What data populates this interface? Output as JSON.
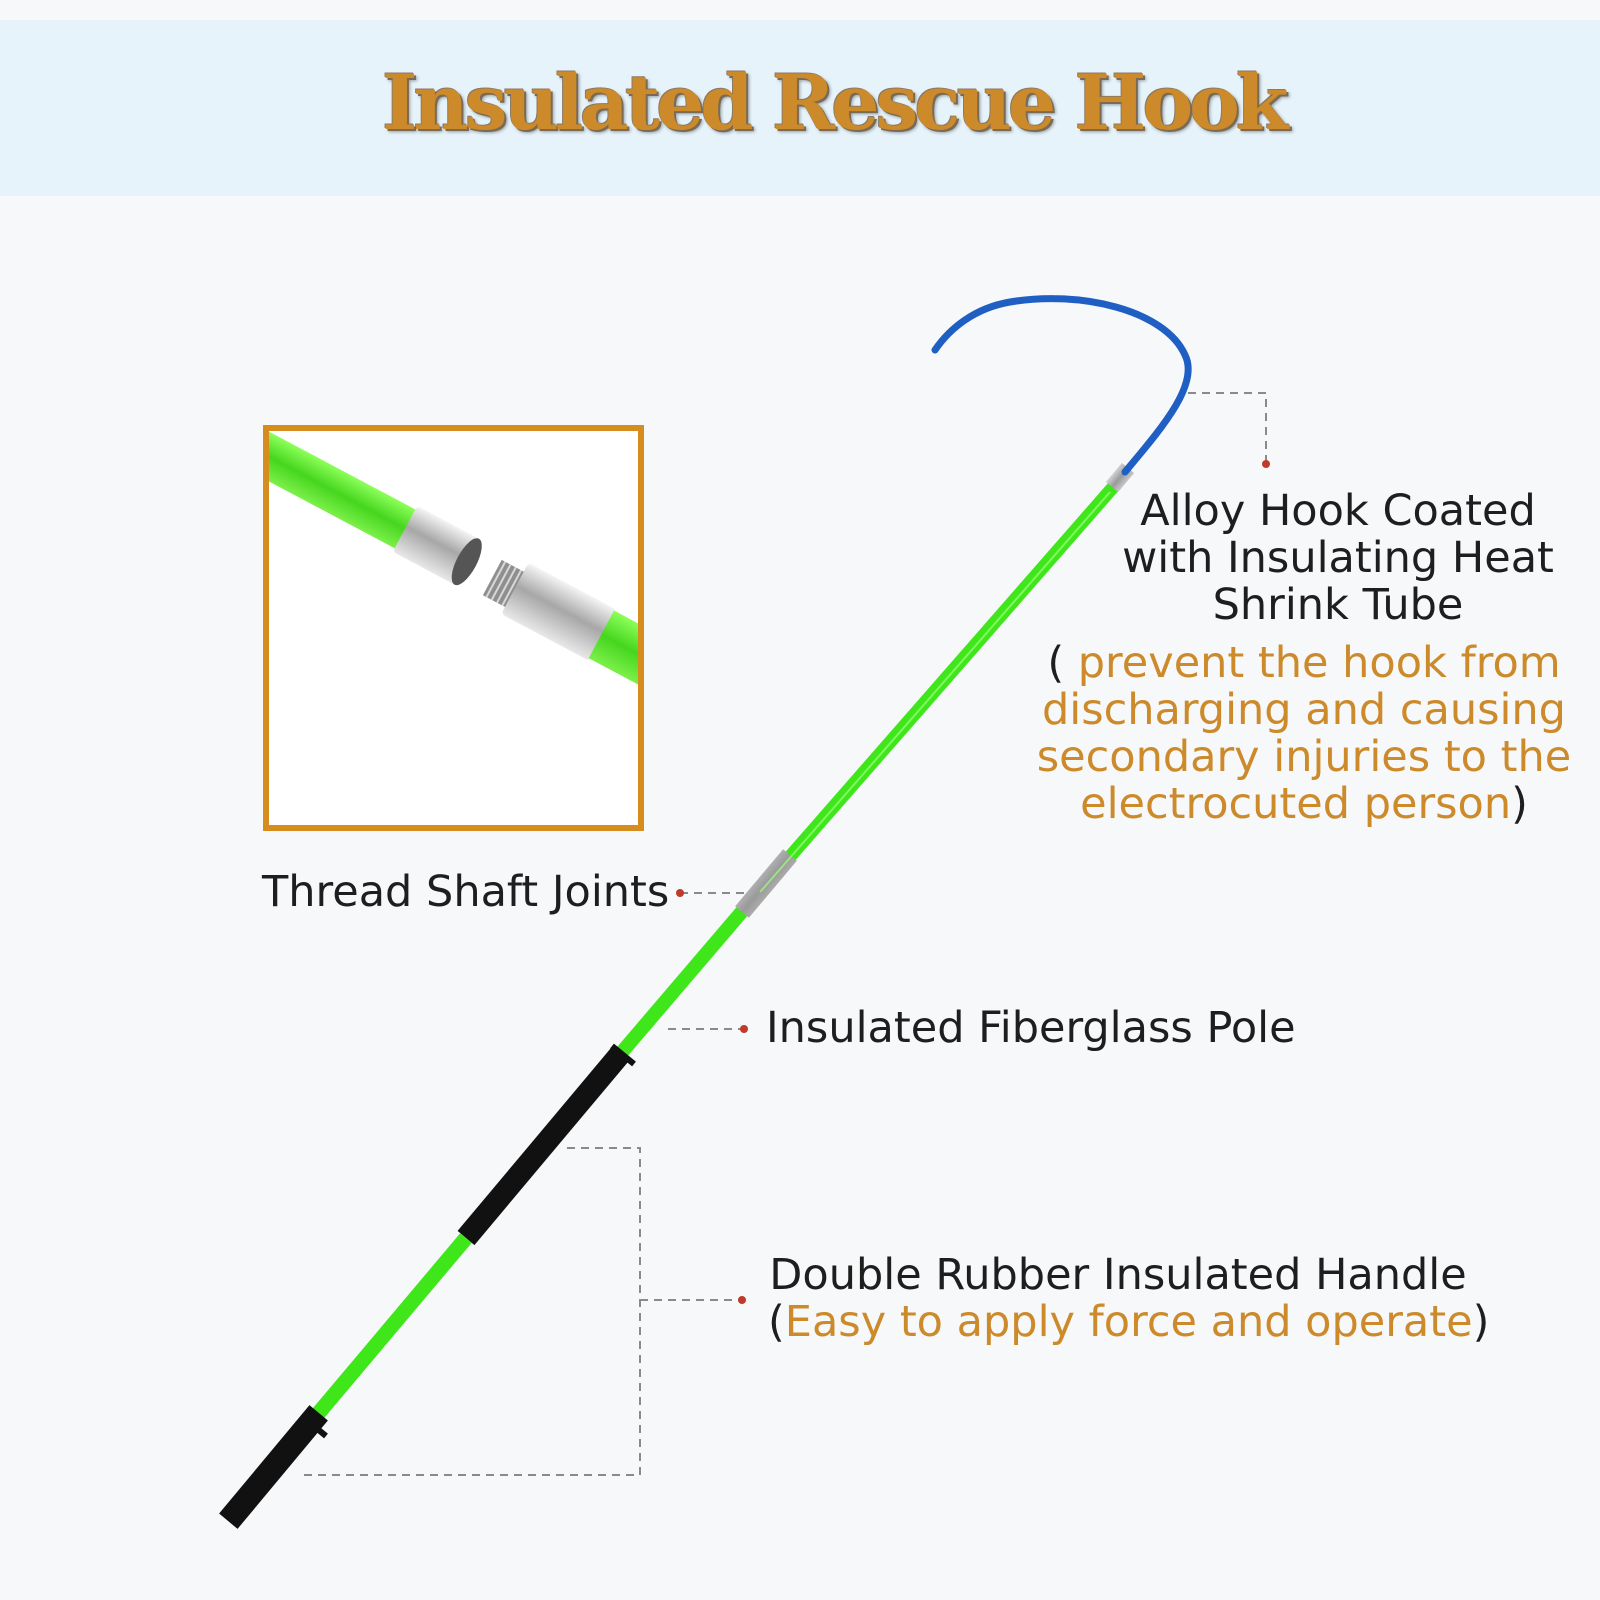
{
  "title": "Insulated Rescue Hook",
  "labels": {
    "hook": {
      "line1": "Alloy Hook Coated",
      "line2": "with Insulating Heat",
      "line3": "Shrink Tube",
      "note_open": "( ",
      "note_line1": "prevent the hook from",
      "note_line2": "discharging and causing",
      "note_line3": "secondary injuries to the",
      "note_line4": "electrocuted person",
      "note_close": ")"
    },
    "joints": "Thread Shaft Joints",
    "pole": "Insulated Fiberglass Pole",
    "handle": {
      "line1": "Double Rubber Insulated Handle",
      "note_open": "(",
      "note": "Easy to apply force and operate",
      "note_close": ")"
    }
  },
  "colors": {
    "accent": "#cc8a2a",
    "inset_border": "#d78c1e",
    "pole_green": "#3ee61a",
    "hook_blue": "#1f5fc4",
    "rubber_black": "#111111",
    "leader_dot": "#c0392b"
  }
}
